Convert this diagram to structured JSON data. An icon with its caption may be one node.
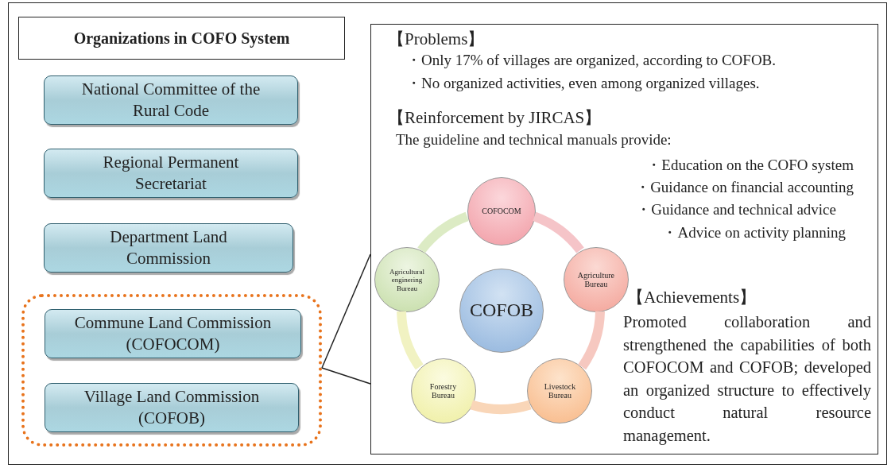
{
  "diagram": {
    "title": "Organizations in COFO System",
    "nodes": [
      {
        "text": [
          "National Committee of the Rural Code"
        ]
      },
      {
        "text": [
          "Regional Permanent Secretariat"
        ]
      },
      {
        "text": [
          "Department Land Commission"
        ]
      },
      {
        "text": [],
        "shape": "box"
      },
      {
        "text": [
          "Commune Land Commission (COFOCOM)"
        ],
        "in": 3
      },
      {
        "text": [
          "Village Land Commission (COFOB)"
        ],
        "in": 3
      },
      {
        "text": [
          "【Problems】",
          "・Only 17% of villages are organized, according to COFOB.",
          "・No organized activities, even among organized villages.",
          "【Reinforcement by JIRCAS】",
          "The guideline and technical manuals provide:",
          "・Education on the COFO system",
          "・Guidance on financial accounting",
          "・Guidance and technical advice",
          "・Advice on activity planning",
          "【Achievements】",
          "Promoted collaboration and strengthened the capabilities of both COFOCOM and COFOB; developed an organized structure to effectively conduct natural resource management."
        ]
      },
      {
        "text": [
          "COFOCOM"
        ],
        "in": 6
      },
      {
        "text": [
          "Agriculture Bureau"
        ],
        "in": 6
      },
      {
        "text": [
          "Livestock Bureau"
        ],
        "in": 6
      },
      {
        "text": [
          "Forestry Bureau"
        ],
        "in": 6
      },
      {
        "text": [
          "Agricultural enginering Bureau"
        ],
        "in": 6
      },
      {
        "text": [
          "COFOB"
        ],
        "in": 6
      }
    ],
    "edges": [
      {
        "from": 7,
        "to": 8,
        "arrow": "none",
        "color": "#f5c4c8"
      },
      {
        "from": 8,
        "to": 9,
        "arrow": "none",
        "color": "#f6c8c0"
      },
      {
        "from": 9,
        "to": 10,
        "arrow": "none",
        "color": "#f9d6b8"
      },
      {
        "from": 10,
        "to": 11,
        "arrow": "none",
        "color": "#f1f2c2"
      },
      {
        "from": 11,
        "to": 7,
        "arrow": "none",
        "color": "#dcebc4"
      },
      {
        "from": 3,
        "to": 6,
        "arrow": "none"
      },
      {
        "from": 3,
        "to": 6,
        "arrow": "none"
      }
    ]
  }
}
